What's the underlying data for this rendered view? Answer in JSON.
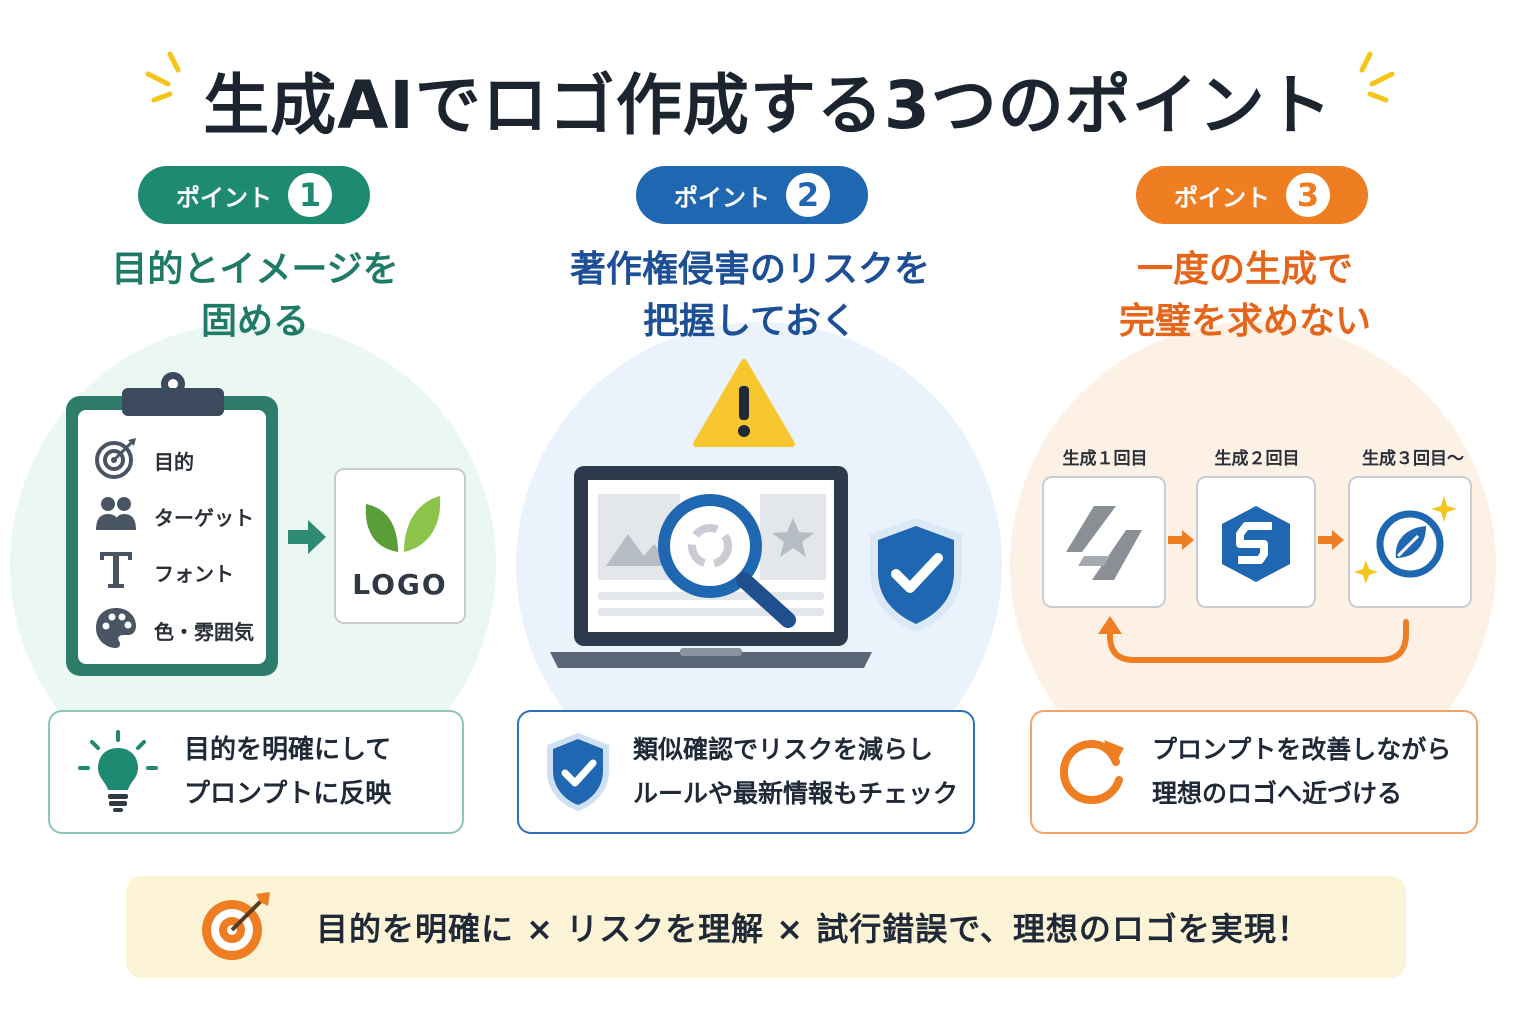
{
  "title": "生成AIでロゴ作成する3つのポイント",
  "colors": {
    "teal": "#1f8a72",
    "blue": "#1f67b1",
    "orange": "#ef7d22",
    "dark": "#1c2430",
    "warning": "#f8c62f"
  },
  "points": [
    {
      "pill_label": "ポイント",
      "number": "1",
      "heading_lines": [
        "目的とイメージを",
        "固める"
      ],
      "clipboard_items": [
        "目的",
        "ターゲット",
        "フォント",
        "色・雰囲気"
      ],
      "clipboard_icons": [
        "target-icon",
        "people-icon",
        "font-icon",
        "palette-icon"
      ],
      "logo_text": "LOGO",
      "box_lines": [
        "目的を明確にして",
        "プロンプトに反映"
      ],
      "box_icon": "lightbulb-icon"
    },
    {
      "pill_label": "ポイント",
      "number": "2",
      "heading_lines": [
        "著作権侵害のリスクを",
        "把握しておく"
      ],
      "illustration_icons": [
        "warning-icon",
        "laptop-icon",
        "magnifier-icon",
        "shield-check-icon"
      ],
      "box_lines": [
        "類似確認でリスクを減らし",
        "ルールや最新情報もチェック"
      ],
      "box_icon": "shield-check-icon"
    },
    {
      "pill_label": "ポイント",
      "number": "3",
      "heading_lines": [
        "一度の生成で",
        "完璧を求めない"
      ],
      "steps": [
        "生成１回目",
        "生成２回目",
        "生成３回目〜"
      ],
      "box_lines": [
        "プロンプトを改善しながら",
        "理想のロゴへ近づける"
      ],
      "box_icon": "refresh-icon"
    }
  ],
  "bottom_message": "目的を明確に × リスクを理解 × 試行錯誤で、理想のロゴを実現！",
  "bottom_icon": "target-arrow-icon"
}
